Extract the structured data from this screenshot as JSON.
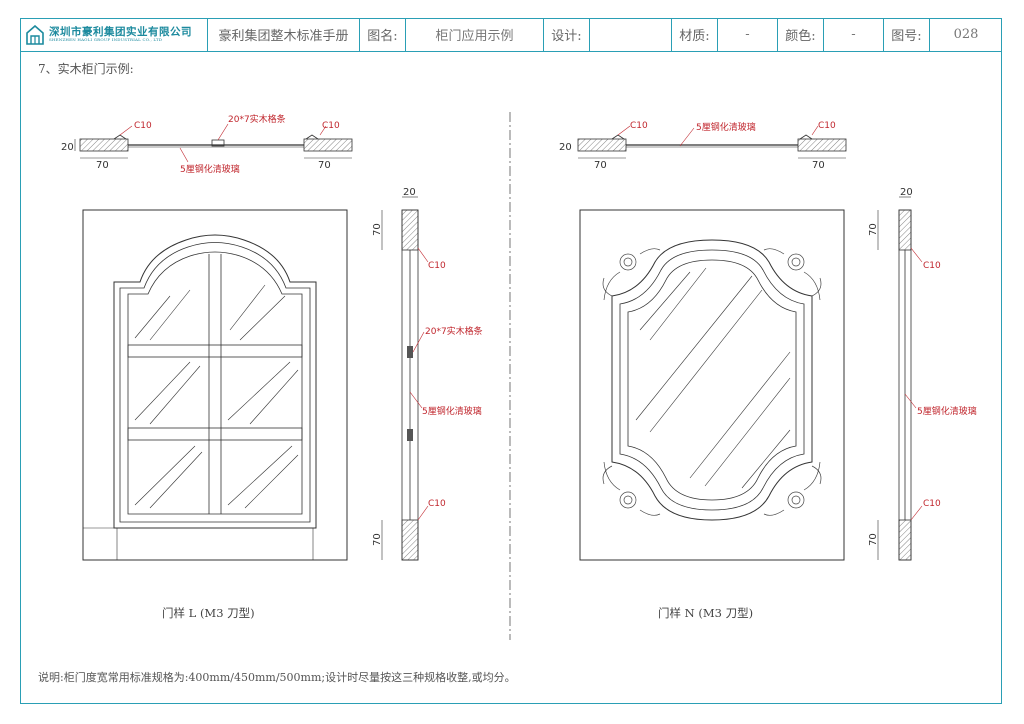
{
  "header": {
    "company": "深圳市豪利集团实业有限公司",
    "company_en": "SHENZHEN HAOLI GROUP INDUSTRIAL CO., LTD",
    "manual_title": "豪利集团整木标准手册",
    "figure_name_label": "图名:",
    "figure_name_value": "柜门应用示例",
    "design_label": "设计:",
    "design_value": "",
    "material_label": "材质:",
    "material_value": "-",
    "color_label": "颜色:",
    "color_value": "-",
    "figure_no_label": "图号:",
    "figure_no_value": "028"
  },
  "section_title": "7、实木柜门示例:",
  "left_door": {
    "caption": "门样 L  (M3 刀型)",
    "top_rail_label": "20*7实木格条",
    "glass_label": "5厘钢化清玻璃",
    "corner_label": "C10",
    "dim_width": "70",
    "dim_thickness": "20",
    "side_top_label": "C10",
    "side_mid_label": "20*7实木格条",
    "side_glass_label": "5厘钢化清玻璃",
    "side_bottom_label": "C10",
    "side_dim": "70",
    "side_thick": "20"
  },
  "right_door": {
    "caption": "门样 N  (M3 刀型)",
    "glass_label": "5厘钢化清玻璃",
    "corner_label": "C10",
    "dim_width": "70",
    "dim_thickness": "20",
    "side_top_label": "C10",
    "side_glass_label": "5厘钢化清玻璃",
    "side_bottom_label": "C10",
    "side_dim": "70",
    "side_thick": "20"
  },
  "note": "说明:柜门度宽常用标准规格为:400mm/450mm/500mm;设计时尽量按这三种规格收整,或均分。"
}
